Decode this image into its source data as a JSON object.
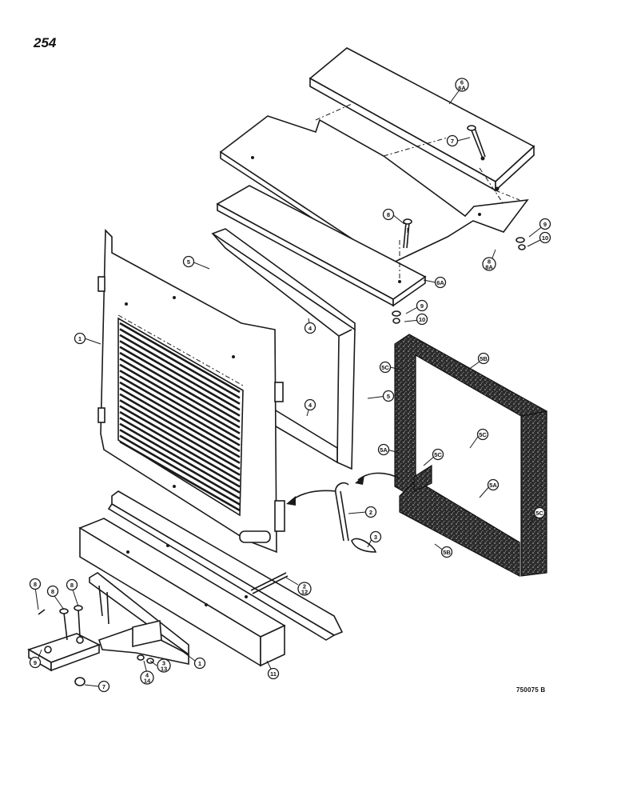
{
  "page_number": "254",
  "drawing_number": "750075 B",
  "callouts": [
    {
      "id": "c-1-grille",
      "label": "1"
    },
    {
      "id": "c-5-top",
      "label": "5"
    },
    {
      "id": "c-4-upper",
      "label": "4"
    },
    {
      "id": "c-4-lower",
      "label": "4"
    },
    {
      "id": "c-5-right",
      "label": "5"
    },
    {
      "id": "c-6-6a-top",
      "label": "6\n6A"
    },
    {
      "id": "c-7-top",
      "label": "7"
    },
    {
      "id": "c-8-mid",
      "label": "8"
    },
    {
      "id": "c-9-right",
      "label": "9"
    },
    {
      "id": "c-10-right",
      "label": "10"
    },
    {
      "id": "c-8-8a",
      "label": "8\n8A"
    },
    {
      "id": "c-6a-lower",
      "label": "6A"
    },
    {
      "id": "c-9-lower",
      "label": "9"
    },
    {
      "id": "c-10-lower",
      "label": "10"
    },
    {
      "id": "c-5c-a",
      "label": "5C"
    },
    {
      "id": "c-5b-top",
      "label": "5B"
    },
    {
      "id": "c-5a-left",
      "label": "5A"
    },
    {
      "id": "c-5c-b",
      "label": "5C"
    },
    {
      "id": "c-5c-c",
      "label": "5C"
    },
    {
      "id": "c-5a-right",
      "label": "5A"
    },
    {
      "id": "c-5c-d",
      "label": "5C"
    },
    {
      "id": "c-5b-bottom",
      "label": "5B"
    },
    {
      "id": "c-2-rod",
      "label": "2"
    },
    {
      "id": "c-3-pin",
      "label": "3"
    },
    {
      "id": "c-2-12",
      "label": "2\n12"
    },
    {
      "id": "c-8-a",
      "label": "8"
    },
    {
      "id": "c-8-b",
      "label": "8"
    },
    {
      "id": "c-8-c",
      "label": "8"
    },
    {
      "id": "c-9-bracket",
      "label": "9"
    },
    {
      "id": "c-7-nut",
      "label": "7"
    },
    {
      "id": "c-4-14",
      "label": "4\n14"
    },
    {
      "id": "c-3-13",
      "label": "3\n13"
    },
    {
      "id": "c-1-bracket",
      "label": "1"
    },
    {
      "id": "c-11-bar",
      "label": "11"
    }
  ]
}
